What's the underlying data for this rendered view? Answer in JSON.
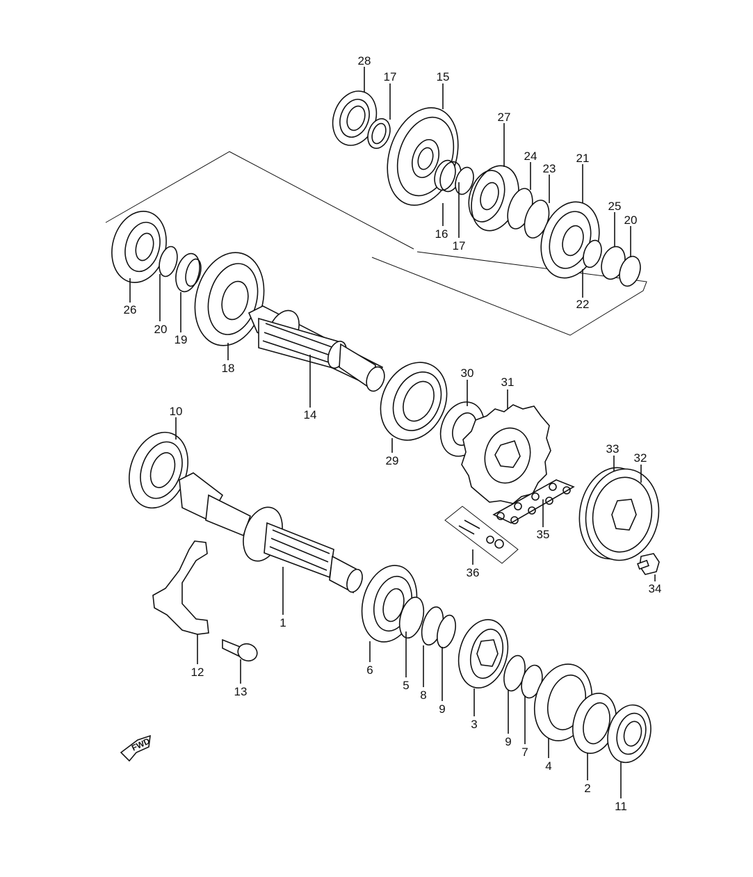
{
  "labels": {
    "p1": "1",
    "p2": "2",
    "p3": "3",
    "p4": "4",
    "p5": "5",
    "p6": "6",
    "p7": "7",
    "p8": "8",
    "p9a": "9",
    "p9b": "9",
    "p10": "10",
    "p11": "11",
    "p12": "12",
    "p13": "13",
    "p14": "14",
    "p15": "15",
    "p16": "16",
    "p17a": "17",
    "p17b": "17",
    "p18": "18",
    "p19": "19",
    "p20a": "20",
    "p20b": "20",
    "p21": "21",
    "p22": "22",
    "p23": "23",
    "p24": "24",
    "p25": "25",
    "p26": "26",
    "p27": "27",
    "p28": "28",
    "p29": "29",
    "p30": "30",
    "p31": "31",
    "p32": "32",
    "p33": "33",
    "p34": "34",
    "p35": "35",
    "p36": "36"
  },
  "fwd": "FWD",
  "colors": {
    "line": "#111111",
    "background": "#ffffff"
  }
}
